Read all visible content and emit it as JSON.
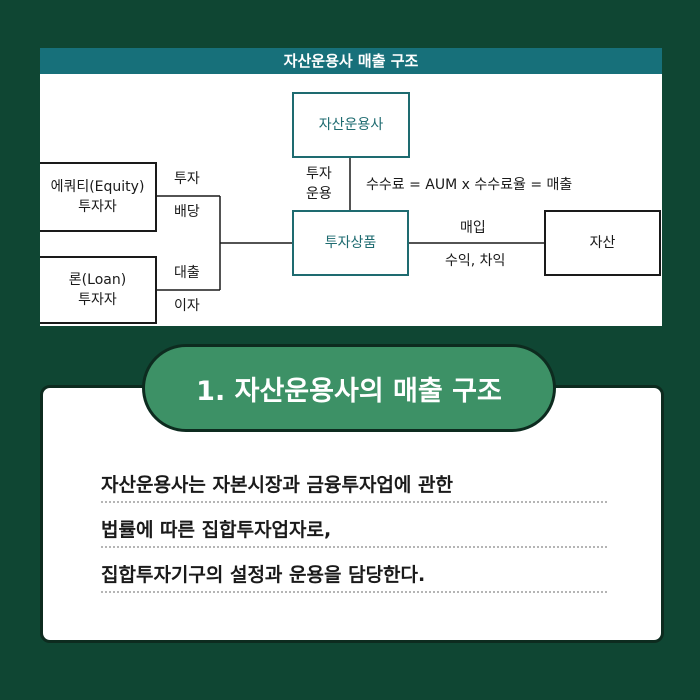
{
  "diagram": {
    "title": "자산운용사 매출 구조",
    "nodes": {
      "asset_manager": "자산운용사",
      "equity_investor": [
        "에쿼티(Equity)",
        "투자자"
      ],
      "loan_investor": [
        "론(Loan)",
        "투자자"
      ],
      "investment_product": "투자상품",
      "asset": "자산"
    },
    "edge_labels": {
      "invest": "투자",
      "dividend": "배당",
      "loan": "대출",
      "interest": "이자",
      "invest_manage": [
        "투자",
        "운용"
      ],
      "fee_formula": "수수료 = AUM x 수수료율 = 매출",
      "purchase": "매입",
      "returns": "수익, 차익"
    }
  },
  "section": {
    "heading": "1. 자산운용사의 매출 구조",
    "lines": [
      "자산운용사는 자본시장과 금융투자업에 관한",
      "법률에 따른 집합투자업자로,",
      "집합투자기구의 설정과 운용을 담당한다."
    ]
  },
  "colors": {
    "background": "#0f4633",
    "header": "#17707a",
    "teal_box": "#1e6b70",
    "pill": "#3d9166"
  }
}
